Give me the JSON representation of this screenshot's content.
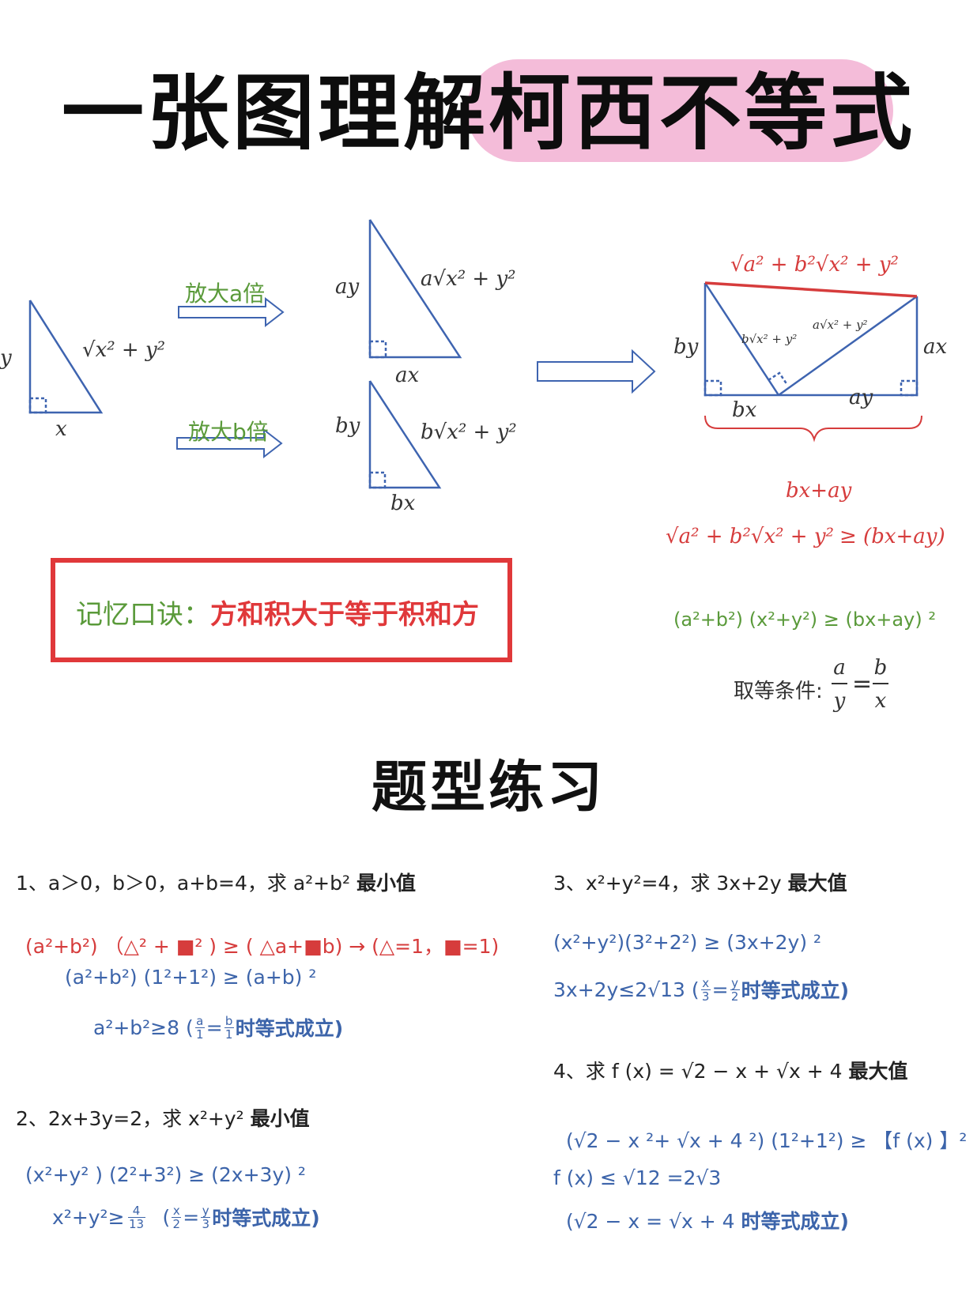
{
  "title": "一张图理解柯西不等式",
  "diagram": {
    "small_tri": {
      "left_label": "y",
      "hyp": "√x² + y²",
      "bottom": "x"
    },
    "arrow_a": "放大a倍",
    "arrow_b": "放大b倍",
    "tri_a": {
      "left": "ay",
      "hyp": "a√x² + y²",
      "bottom": "ax"
    },
    "tri_b": {
      "left": "by",
      "hyp": "b√x² + y²",
      "bottom": "bx"
    },
    "trap": {
      "top": "√a² + b²√x² + y²",
      "left": "by",
      "right": "ax",
      "inner_b": "b√x² + y²",
      "inner_a": "a√x² + y²",
      "bottom_left": "bx",
      "bottom_right": "ay"
    },
    "brace_label": "bx+ay",
    "ineq1_lhs": "√a² + b²√x² + y²",
    "ineq1_rhs": "≥ (bx+ay)",
    "ineq2": "(a²+b²) (x²+y²) ≥ (bx+ay) ²",
    "equality_label": "取等条件:",
    "equality_num_left": "a",
    "equality_den_left": "y",
    "equality_num_right": "b",
    "equality_den_right": "x"
  },
  "memo": {
    "label": "记忆口诀：",
    "phrase": "方和积大于等于积和方"
  },
  "section_title": "题型练习",
  "problems": {
    "p1": {
      "q_pre": "1、a＞0，b＞0，a+b=4，求 a²+b² ",
      "q_bold": "最小值",
      "line1": "(a²+b²) （△² + ■² ) ≥ ( △a+■b) → (△=1，■=1)",
      "line2": "(a²+b²) (1²+1²) ≥ (a+b) ²",
      "line3_pre": "a²+b²≥8 (",
      "line3_frac1": [
        "a",
        "1"
      ],
      "line3_eq": "=",
      "line3_frac2": [
        "b",
        "1"
      ],
      "line3_post": "时等式成立)"
    },
    "p2": {
      "q_pre": "2、2x+3y=2，求 x²+y² ",
      "q_bold": "最小值",
      "line1": "(x²+y² ) (2²+3²) ≥ (2x+3y) ²",
      "line2_pre": "x²+y²≥",
      "line2_frac": [
        "4",
        "13"
      ],
      "line2_open": "(",
      "line2_frac1": [
        "x",
        "2"
      ],
      "line2_eq": "=",
      "line2_frac2": [
        "y",
        "3"
      ],
      "line2_post": "时等式成立)"
    },
    "p3": {
      "q_pre": "3、x²+y²=4，求 3x+2y ",
      "q_bold": "最大值",
      "line1": "(x²+y²)(3²+2²) ≥ (3x+2y) ²",
      "line2_pre": "3x+2y≤2√13 (",
      "line2_frac1": [
        "x",
        "3"
      ],
      "line2_eq": "=",
      "line2_frac2": [
        "y",
        "2"
      ],
      "line2_post": "时等式成立)"
    },
    "p4": {
      "q_pre": "4、求 f (x) = √2 − x + √x + 4 ",
      "q_bold": "最大值",
      "line1": "(√2 − x ²+ √x + 4 ²) (1²+1²) ≥ 【f (x) 】²",
      "line2": "f (x) ≤ √12 =2√3",
      "line3_pre": "(√2 − x = √x + 4 ",
      "line3_post": "时等式成立)"
    }
  }
}
